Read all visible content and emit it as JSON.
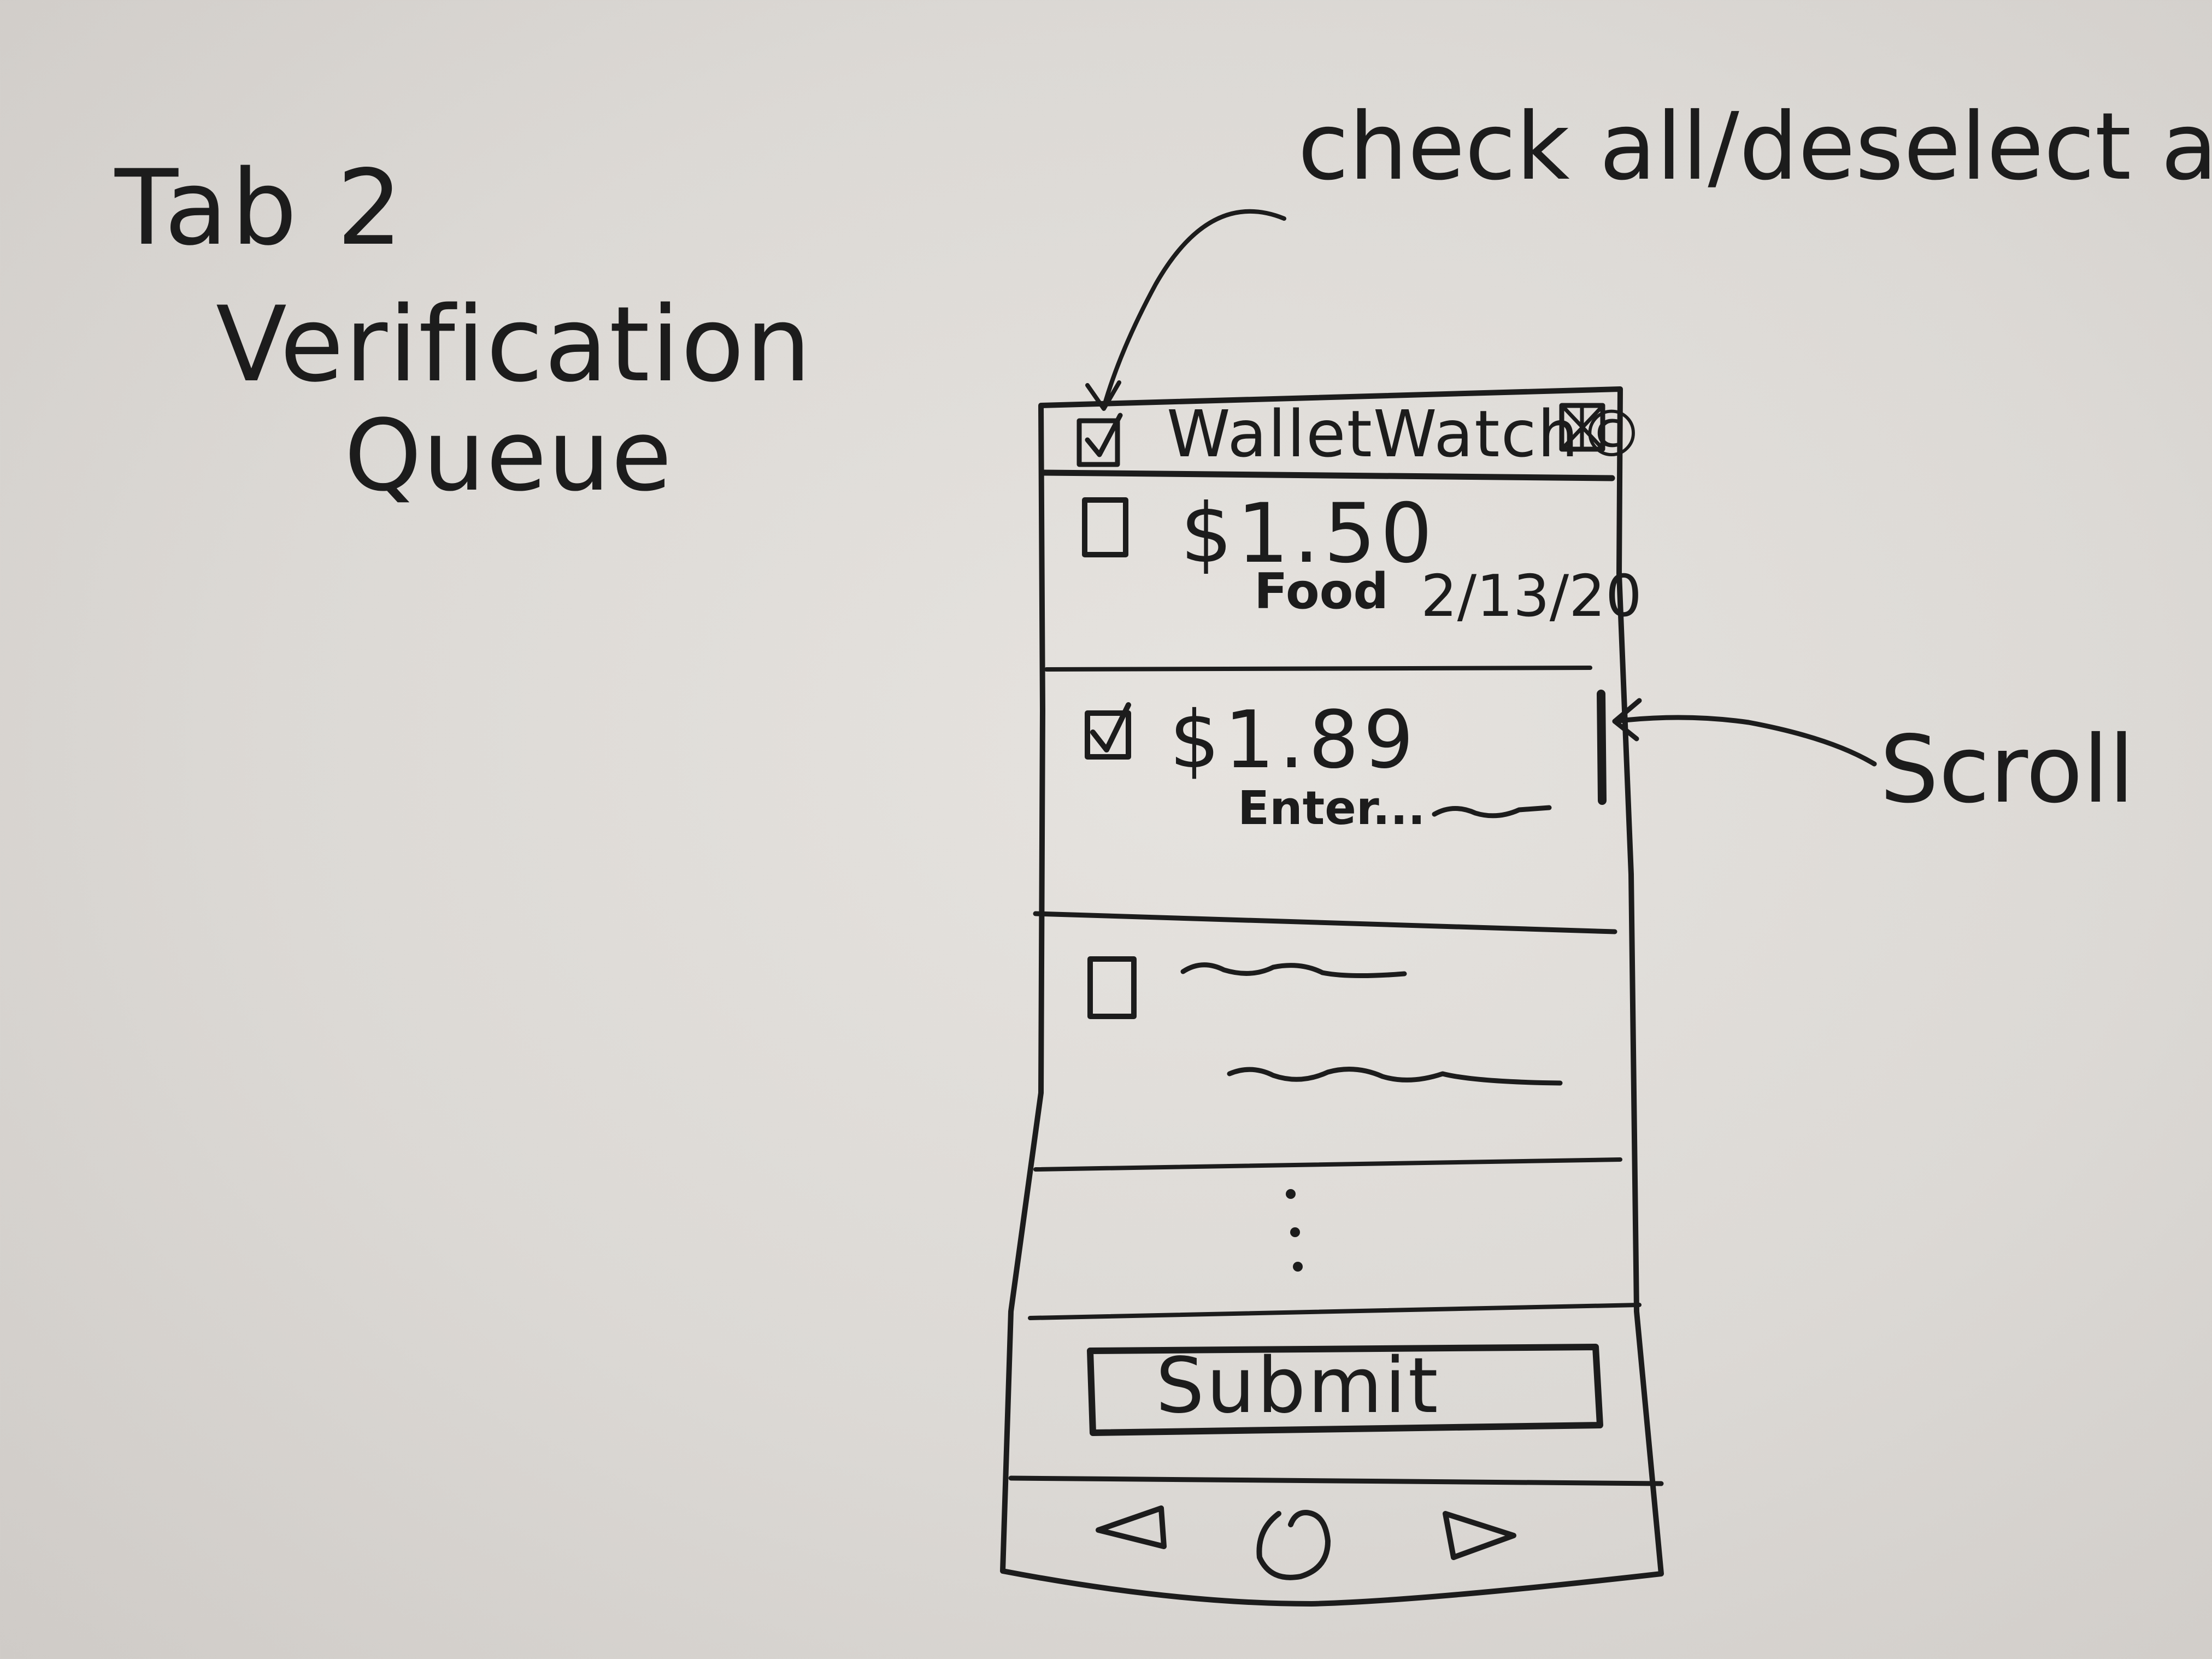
{
  "sketch_title": {
    "line1": "Tab 2",
    "line2": "Verification",
    "line3": "Queue"
  },
  "annotations": {
    "check_all": "check all/deselect all",
    "scroll": "Scroll"
  },
  "app": {
    "title": "WalletWatch©",
    "submit_label": "Submit",
    "icons": {
      "check_all": "checkbox-checked-icon",
      "close": "close-box-icon",
      "back": "triangle-left-icon",
      "home": "circle-home-icon",
      "forward": "triangle-right-icon"
    }
  },
  "rows": [
    {
      "checked": false,
      "amount": "$1.50",
      "category": "Food",
      "date": "2/13/20"
    },
    {
      "checked": true,
      "amount": "$1.89",
      "category": "Enter..."
    },
    {
      "checked": false
    },
    {
      "continuation": "ellipsis"
    }
  ],
  "ink_color": "#1c1c1c",
  "board_color": "#dcd9d5"
}
